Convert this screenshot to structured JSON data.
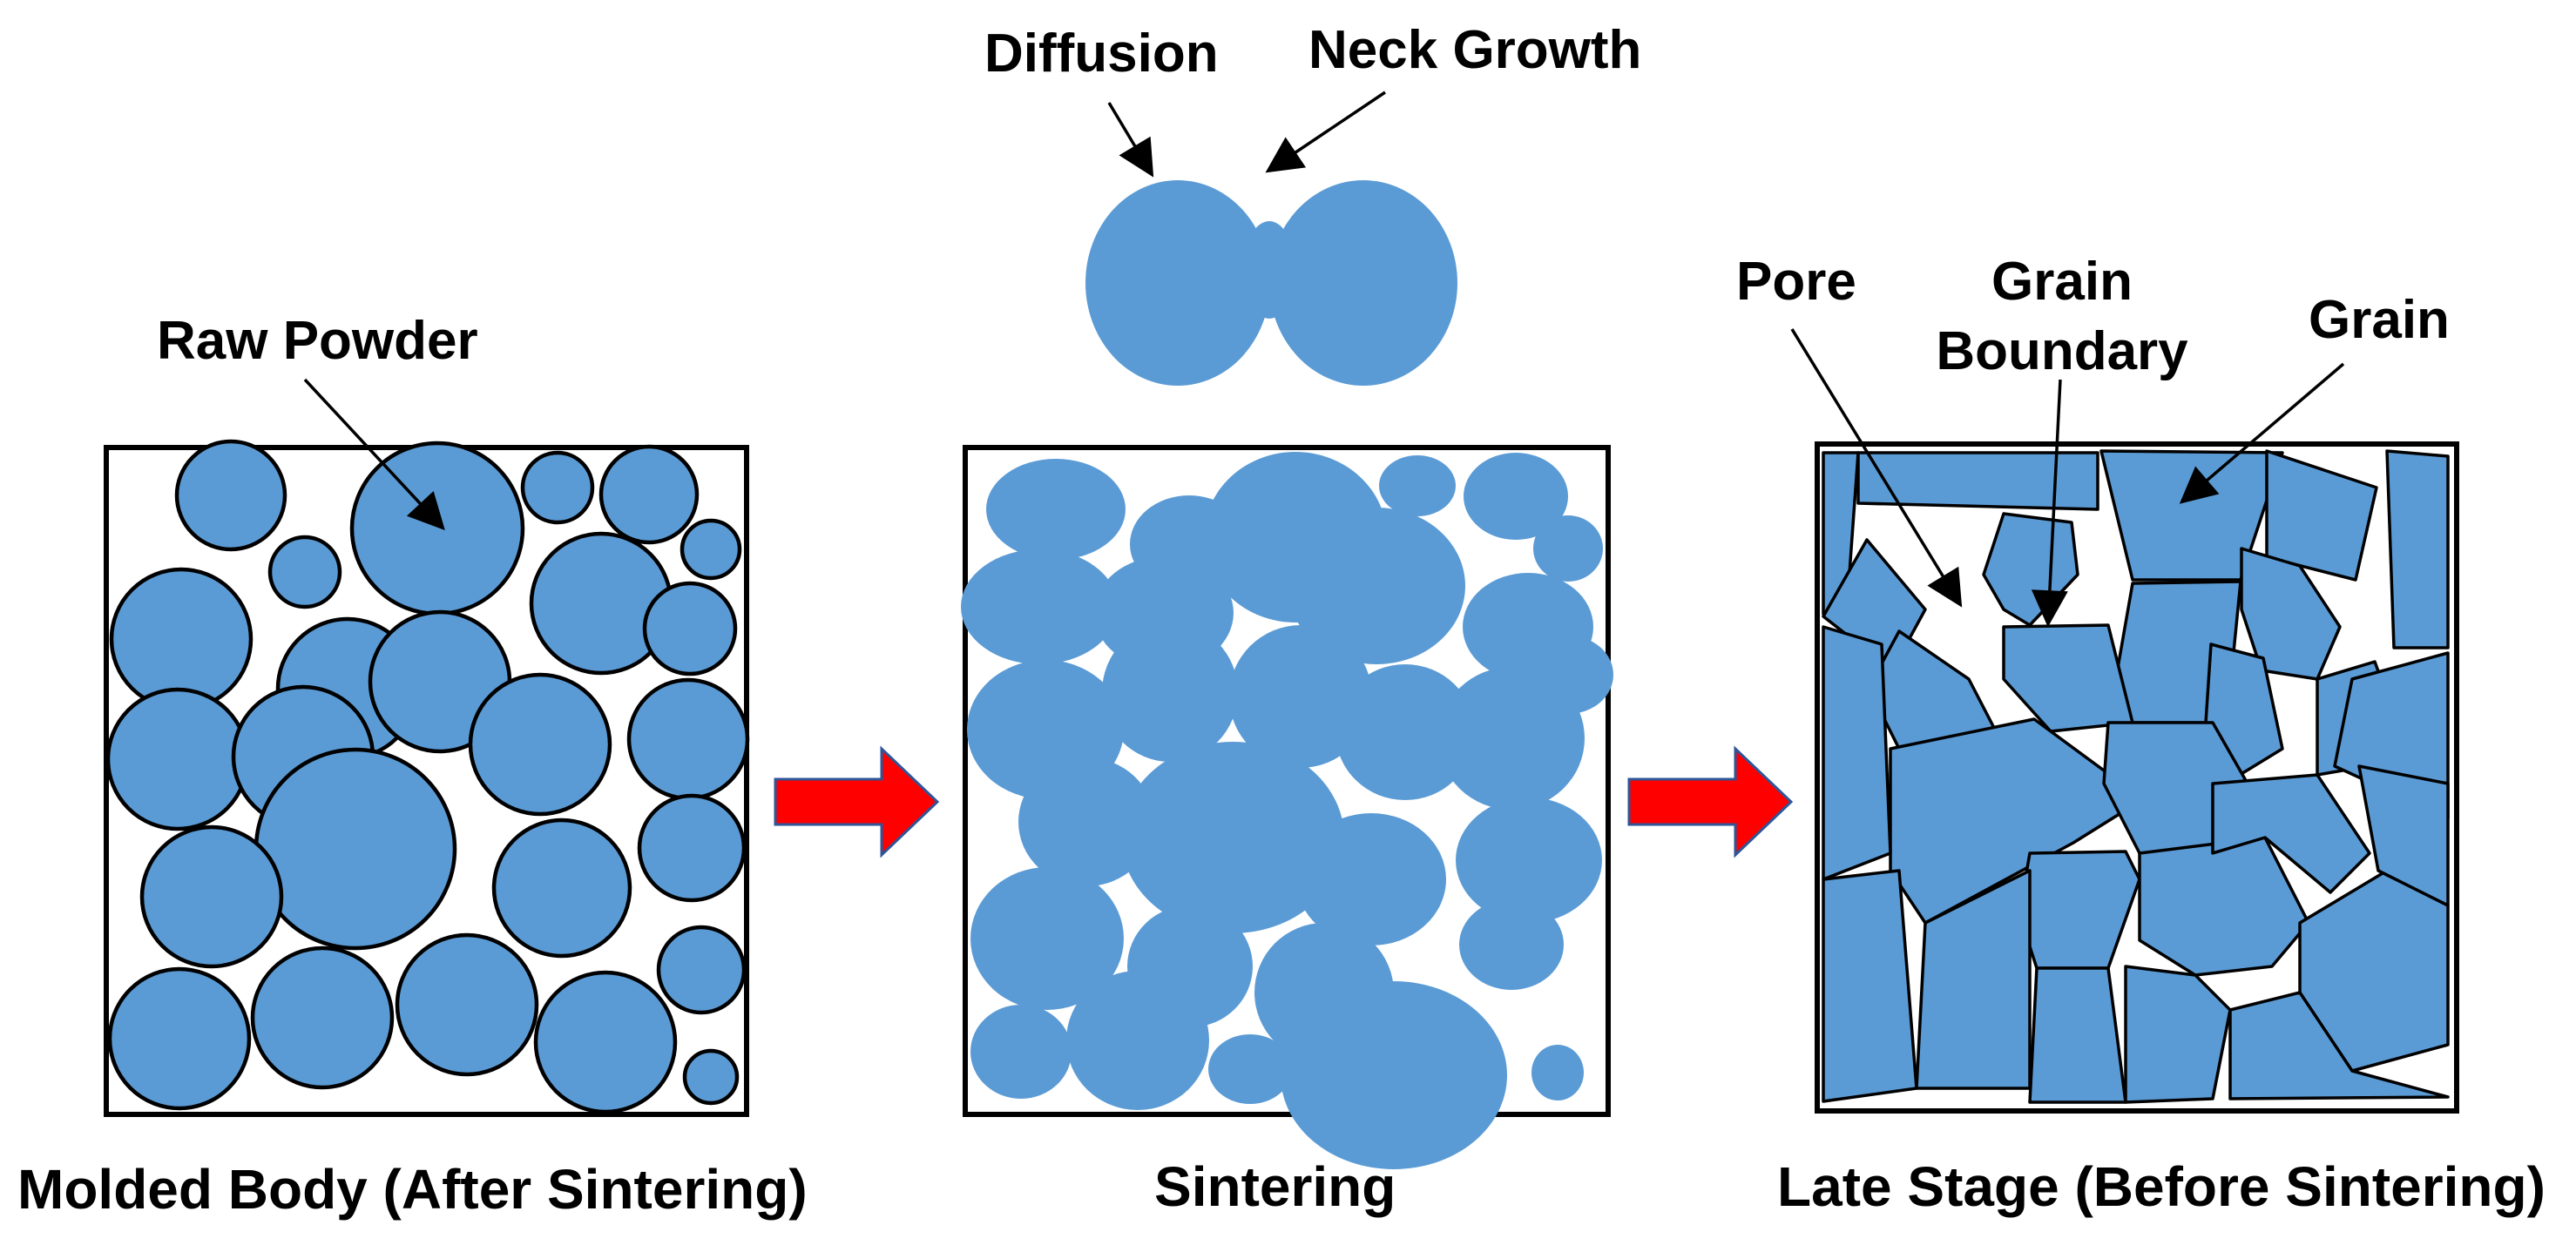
{
  "labels": {
    "raw_powder": "Raw Powder",
    "diffusion": "Diffusion",
    "neck_growth": "Neck Growth",
    "pore": "Pore",
    "grain_boundary_line1": "Grain",
    "grain_boundary_line2": "Boundary",
    "grain": "Grain"
  },
  "captions": {
    "stage1": "Molded Body (After Sintering)",
    "stage2": "Sintering",
    "stage3": "Late Stage (Before Sintering)"
  },
  "colors": {
    "particle_fill": "#5b9bd5",
    "outline": "#000000",
    "arrow_fill": "#ff0000",
    "arrow_stroke": "#2f5597",
    "background": "#ffffff"
  }
}
